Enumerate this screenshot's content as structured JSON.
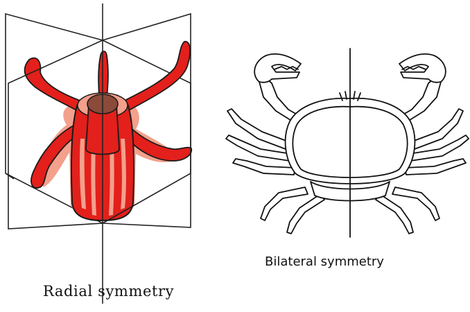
{
  "figure": {
    "left_panel": {
      "caption": "Radial symmetry",
      "illustration": "hydra-with-cutting-planes"
    },
    "right_panel": {
      "caption": "Bilateral symmetry",
      "illustration": "crab-with-midline"
    },
    "colors": {
      "hydra_dark": "#e3201b",
      "hydra_light": "#f3a08c",
      "hydra_mouth": "#8c4a3a",
      "outline": "#1a1a1a"
    }
  }
}
